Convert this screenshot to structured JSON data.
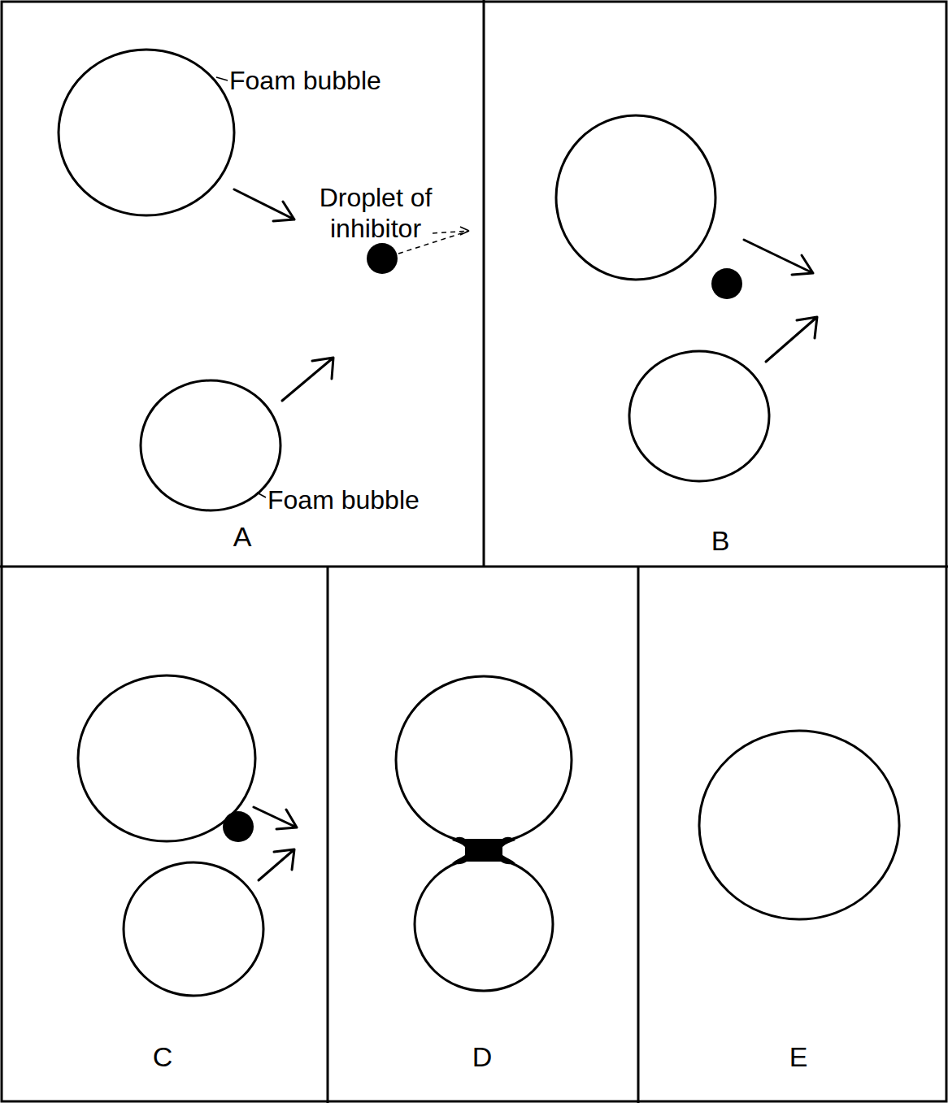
{
  "diagram": {
    "labels": [
      "Foam bubble",
      "Droplet of inhibitor",
      "Foam bubble",
      "A",
      "B",
      "C",
      "D",
      "E"
    ]
  }
}
